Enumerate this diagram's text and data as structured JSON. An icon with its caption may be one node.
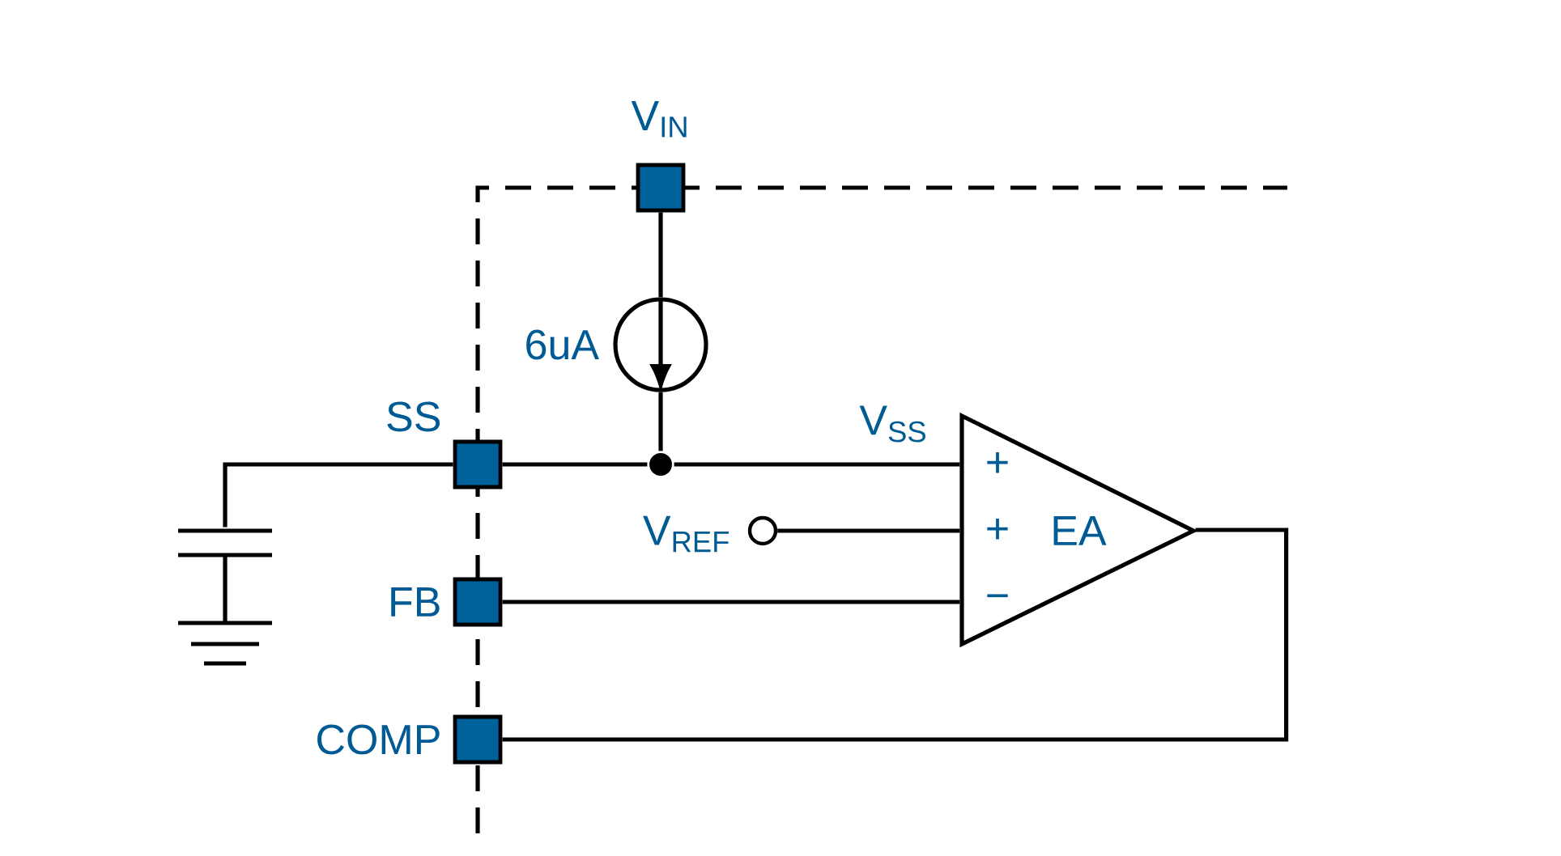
{
  "diagram": {
    "nodes": [
      {
        "text": [
          "V$_{IN}$"
        ]
      },
      {
        "text": [],
        "shape": "circle",
        "beside": [
          "6uA"
        ]
      },
      {
        "text": [
          "SS"
        ]
      },
      {
        "text": [],
        "shape": "circle"
      },
      {
        "text": [
          "V$_{REF}$"
        ]
      },
      {
        "text": [
          "FB"
        ]
      },
      {
        "text": [
          "COMP"
        ]
      },
      {
        "text": [
          "EA"
        ]
      },
      {
        "text": [],
        "shape": "capacitor"
      }
    ],
    "edges": [
      {
        "from": 0,
        "to": 1,
        "arrow": "none"
      },
      {
        "from": 1,
        "to": 3,
        "arrow": "none"
      },
      {
        "from": 2,
        "to": 3,
        "arrow": "none"
      },
      {
        "from": 3,
        "to": 7,
        "arrow": "none",
        "label": "V$_{SS}$"
      },
      {
        "from": 4,
        "to": 7,
        "arrow": "none"
      },
      {
        "from": 5,
        "to": 7,
        "arrow": "none"
      },
      {
        "from": 7,
        "to": 6,
        "arrow": "none"
      },
      {
        "from": 8,
        "to": 2,
        "arrow": "none"
      }
    ],
    "labels": [
      "+",
      "+",
      "−"
    ]
  }
}
